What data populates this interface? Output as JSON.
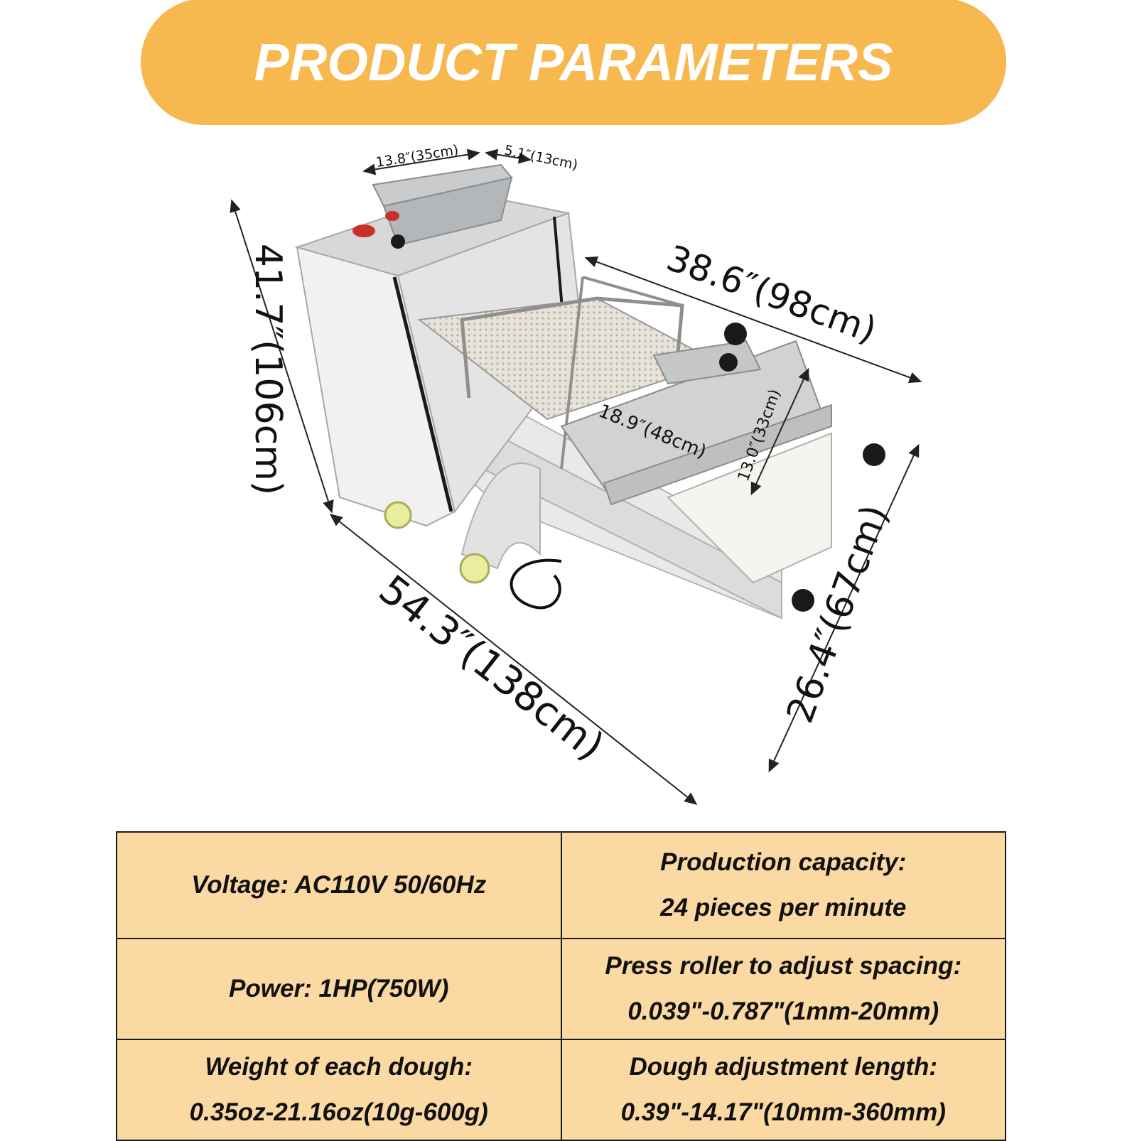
{
  "header": {
    "title": "PRODUCT PARAMETERS"
  },
  "colors": {
    "header_bg": "#f7b84f",
    "header_text": "#ffffff",
    "table_bg": "#fbd9a3",
    "table_border": "#1a1a1a"
  },
  "dimensions": {
    "hopper_length": "13.8″(35cm)",
    "hopper_width": "5.1″(13cm)",
    "height": "41.7″(106cm)",
    "top_length": "38.6″(98cm)",
    "belt_length": "18.9″(48cm)",
    "belt_width": "13.0″(33cm)",
    "overall_length": "54.3″(138cm)",
    "overall_width": "26.4″(67cm)"
  },
  "specs": {
    "voltage": "Voltage:  AC110V 50/60Hz",
    "capacity_label": "Production capacity:",
    "capacity_value": "24 pieces per minute",
    "power": "Power: 1HP(750W)",
    "roller_label": "Press roller to adjust spacing:",
    "roller_value": "0.039\"-0.787\"(1mm-20mm)",
    "weight_label": "Weight of each dough:",
    "weight_value": "0.35oz-21.16oz(10g-600g)",
    "length_label": "Dough adjustment length:",
    "length_value": "0.39\"-14.17\"(10mm-360mm)"
  }
}
